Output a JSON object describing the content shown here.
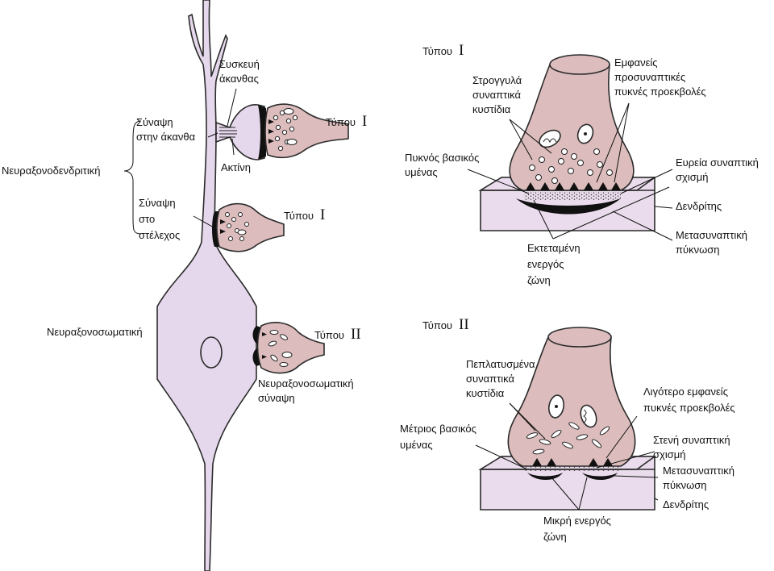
{
  "left": {
    "spine_apparatus": [
      "Συσκευή",
      "άκανθας"
    ],
    "spine_synapse": [
      "Σύναψη",
      "στην άκανθα"
    ],
    "axodendritic": "Νευραξονοδενδριτική",
    "actin": "Ακτίνη",
    "shaft_synapse": [
      "Σύναψη",
      "στο",
      "στέλεχος"
    ],
    "type1_spine": {
      "prefix": "Τύπου",
      "roman": "I"
    },
    "type1_shaft": {
      "prefix": "Τύπου",
      "roman": "I"
    },
    "axosomatic": "Νευραξονοσωματική",
    "type2": {
      "prefix": "Τύπου",
      "roman": "II"
    },
    "axosomatic_synapse": [
      "Νευραξονοσωματική",
      "σύναψη"
    ]
  },
  "top_right": {
    "title": {
      "prefix": "Τύπου",
      "roman": "I"
    },
    "round_vesicles": [
      "Στρογγυλά",
      "συναπτικά",
      "κυστίδια"
    ],
    "dense_projections": [
      "Εμφανείς",
      "προσυναπτικές",
      "πυκνές προεκβολές"
    ],
    "dense_basal_membrane": [
      "Πυκνός βασικός",
      "υμένας"
    ],
    "wide_cleft": [
      "Ευρεία συναπτική",
      "σχισμή"
    ],
    "dendrite": "Δενδρίτης",
    "postsynaptic_density": [
      "Μετασυναπτική",
      "πύκνωση"
    ],
    "extended_active_zone": [
      "Εκτεταμένη",
      "ενεργός",
      "ζώνη"
    ]
  },
  "bottom_right": {
    "title": {
      "prefix": "Τύπου",
      "roman": "II"
    },
    "flattened_vesicles": [
      "Πεπλατυσμένα",
      "συναπτικά",
      "κυστίδια"
    ],
    "less_dense_projections": [
      "Λιγότερο εμφανείς",
      "πυκνές προεκβολές"
    ],
    "moderate_basal_membrane": [
      "Μέτριος βασικός",
      "υμένας"
    ],
    "narrow_cleft": [
      "Στενή συναπτική",
      "σχισμή"
    ],
    "postsynaptic_density": [
      "Μετασυναπτική",
      "πύκνωση"
    ],
    "dendrite": "Δενδρίτης",
    "small_active_zone": [
      "Μικρή ενεργός",
      "ζώνη"
    ]
  },
  "colors": {
    "neuron": "#e6d8ec",
    "terminal": "#dcbcbc",
    "dendrite_block": "#eadcec",
    "outline": "#2b2b2b",
    "dense": "#111111"
  }
}
